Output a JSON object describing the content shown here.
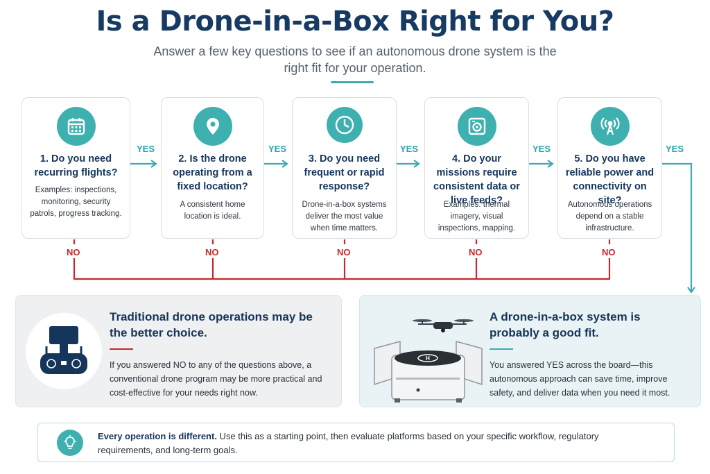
{
  "header": {
    "title": "Is a Drone-in-a-Box Right for You?",
    "subtitle": "Answer a few key questions to see if an autonomous drone system is the right fit for your operation."
  },
  "questions": [
    {
      "icon": "calendar-icon",
      "question": "1. Do you need recurring flights?",
      "description": "Examples: inspections, monitoring, security patrols, progress tracking."
    },
    {
      "icon": "location-pin-icon",
      "question": "2. Is the drone operating from a fixed location?",
      "description": "A consistent home location is ideal."
    },
    {
      "icon": "clock-icon",
      "question": "3. Do you need frequent or rapid response?",
      "description": "Drone-in-a-box systems deliver the most value when time matters."
    },
    {
      "icon": "camera-data-icon",
      "question": "4. Do your missions require consistent data or live feeds?",
      "description": "Examples: thermal imagery, visual inspections, mapping."
    },
    {
      "icon": "antenna-icon",
      "question": "5. Do you have reliable power and connectivity on site?",
      "description": "Autonomous operations depend on a stable infrastructure."
    }
  ],
  "labels": {
    "yes": "YES",
    "no": "NO"
  },
  "outcomes": {
    "no": {
      "heading": "Traditional drone operations may be the better choice.",
      "text": "If you answered NO to any of the questions above, a conventional drone program may be more practical and cost-effective for your needs right now."
    },
    "yes": {
      "heading": "A drone-in-a-box system is probably a good fit.",
      "text": "You answered YES across the board—this autonomous approach can save time, improve safety, and deliver data when you need it most."
    }
  },
  "tip": {
    "bold": "Every operation is different.",
    "text": " Use this as a starting point, then evaluate platforms based on your specific workflow, regulatory requirements, and long-term goals."
  },
  "colors": {
    "teal": "#3fb0b0",
    "navy": "#16355a",
    "red": "#c6282b"
  }
}
